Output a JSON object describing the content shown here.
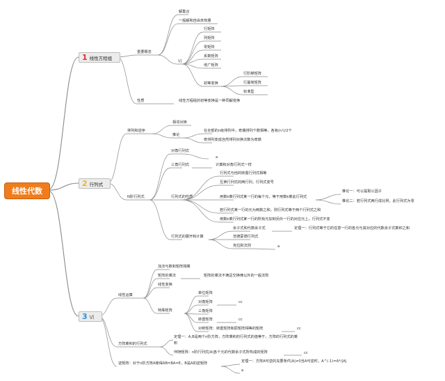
{
  "root": "线性代数",
  "colors": {
    "root": "#f07c1b",
    "b1num": "#e0302b",
    "b2num": "#f1b51c",
    "b3num": "#2f8fd8",
    "line": "#8a8a8a"
  },
  "b1": {
    "num": "1",
    "label": "线性方程组",
    "c1": "重要概念",
    "c1a": "解集合",
    "c1b": "一般解和自由未知量",
    "c1c": "\\/|",
    "m1": "行矩阵",
    "m2": "列矩阵",
    "m3": "零矩阵",
    "m4": "系数矩阵",
    "m5": "增广矩阵",
    "m6": "初等变换",
    "e1": "行阶梯矩阵",
    "e2": "行最简矩阵",
    "e3": "标准型",
    "c2": "性质",
    "c2a": "线性方程组的初等变换是一种同解变换"
  },
  "b2": {
    "num": "2",
    "label": "行列式",
    "p": "排列和逆序",
    "p1": "相邻对换",
    "p2": "推论",
    "p2a": "在全部的n级排列中，奇偶排列个数相等，各有(n!)/2个",
    "p2b": "奇排列变成自然排列对换次数为奇数",
    "n": "N阶行列式",
    "n1": "对角行列式",
    "n1a": "a",
    "n2": "三角行列式",
    "n2a": "计算和对角行列式一样",
    "n3": "行列式的性质",
    "s1": "行列式与他的转置行列式相等",
    "s2": "互换行列式的两行列，行列式变号",
    "s3": "用数k乘行列式某一行的每个元，等于用数k乘此行列式",
    "s3a": "推论一：可以提取公因子",
    "s3b": "推论二：若行列式两行成比例，此行列式为零",
    "s4": "若行列式某一行的元为两数之和，则行列式等于两个行列式之和",
    "s5": "用数k乘行列式某一行的所有元加到另外一行的对应元上，行列式不变",
    "n4": "行列式的展开和计算",
    "x1": "余子式和代数余子式",
    "x1a": "定理一：行列式等于它的任意一行的各元与其对应的代数余子式乘积之和",
    "x2": "范德蒙德行列式",
    "x3": "克拉默法则",
    "x3a": "a"
  },
  "b3": {
    "num": "3",
    "label": "\\/|",
    "l": "线性运算",
    "l1": "加法与数和矩阵相乘",
    "l2": "矩阵的乘法",
    "l2a": "矩阵的乘法不满足交换律以外的一般法则",
    "l3": "线性变换",
    "k": "特殊矩阵",
    "k1": "单位矩阵",
    "k2": "对角矩阵",
    "k2a": "cc",
    "k3": "三角矩阵",
    "k4": "转置矩阵",
    "k4a": "cc",
    "k5": "对称矩阵：转置矩阵和原矩阵相等的矩阵",
    "k5a": "cc",
    "f": "方阵乘积的行列式",
    "fa": "定理一：A,B是两个n阶方阵，方阵乘积的行列式的值等于，方阵的行列式的乘",
    "fa2": "积",
    "fb": "伴随矩阵：n阶行列式|A|各个元的代数余子式所构成的矩阵",
    "fb2": "cc",
    "v": "逆矩阵：对于n阶方阵A使得AB=BA=E，B是A的逆矩阵",
    "va": "定理一：方阵A可逆的充要条件|A|≠0当A可逆时，A^(-1)=A*/|A|",
    "vb": "a"
  }
}
